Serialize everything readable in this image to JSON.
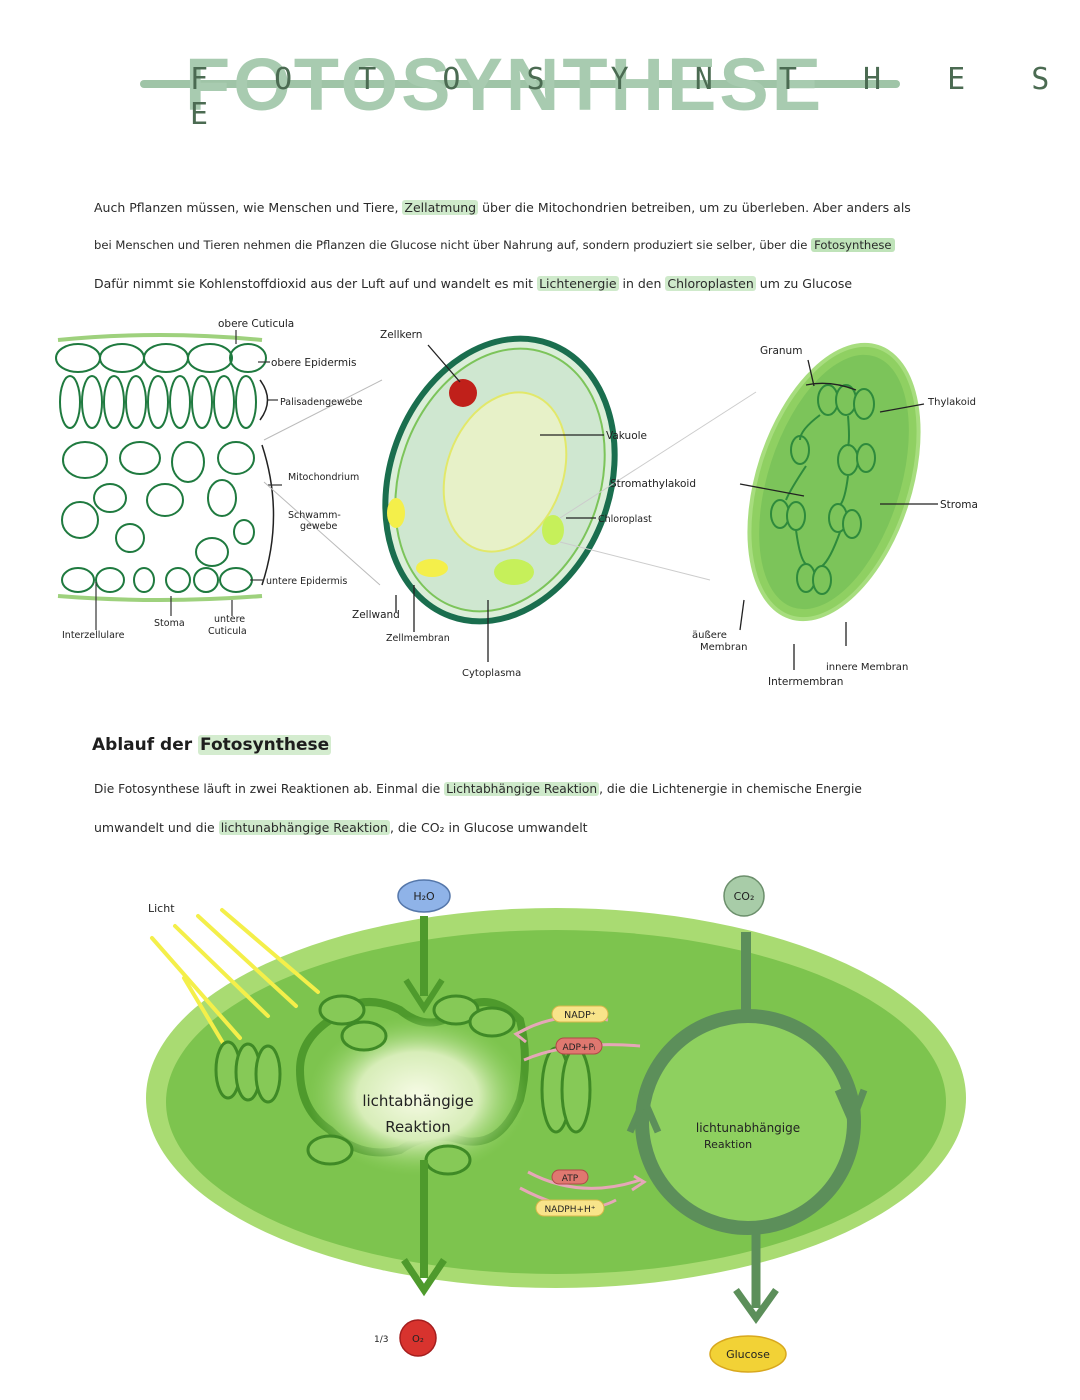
{
  "title": "FOTOSYNTHESE",
  "title_spaced": "F O T O S Y N T H E S E",
  "intro": {
    "line1_a": "Auch Pflanzen müssen, wie Menschen und Tiere, ",
    "line1_hl": "Zellatmung",
    "line1_b": " über die Mitochondrien betreiben, um zu überleben. Aber anders als",
    "line2_a": "bei Menschen und Tieren nehmen die Pflanzen die Glucose nicht über Nahrung auf, sondern produziert sie selber, über die ",
    "line2_hl": "Fotosynthese",
    "line3_a": "Dafür nimmt sie Kohlenstoffdioxid aus der Luft auf und wandelt es mit ",
    "line3_hl1": "Lichtenergie",
    "line3_b": " in den ",
    "line3_hl2": "Chloroplasten",
    "line3_c": " um zu Glucose"
  },
  "leaf_labels": {
    "obere_cuticula": "obere Cuticula",
    "obere_epidermis": "obere Epidermis",
    "palisaden": "Palisadengewebe",
    "mitochondrium": "Mitochondrium",
    "schwamm1": "Schwamm-",
    "schwamm2": "gewebe",
    "untere_epidermis": "untere Epidermis",
    "interzellulare": "Interzellulare",
    "stoma": "Stoma",
    "untere_cuticula1": "untere",
    "untere_cuticula2": "Cuticula"
  },
  "cell_labels": {
    "zellkern": "Zellkern",
    "vakuole": "Vakuole",
    "chloroplast": "Chloroplast",
    "zellwand": "Zellwand",
    "zellmembran": "Zellmembran",
    "cytoplasma": "Cytoplasma"
  },
  "chloro_labels": {
    "granum": "Granum",
    "thylakoid": "Thylakoid",
    "stromathylakoid": "Stromathylakoid",
    "stroma": "Stroma",
    "aeussere1": "äußere",
    "aeussere2": "Membran",
    "innere": "innere Membran",
    "intermembran": "Intermembran"
  },
  "section2": {
    "heading_a": "Ablauf der ",
    "heading_hl": "Fotosynthese",
    "line1_a": "Die Fotosynthese läuft in zwei Reaktionen ab. Einmal die ",
    "line1_hl": "Lichtabhängige Reaktion",
    "line1_b": ", die die Lichtenergie in chemische Energie",
    "line2_a": "umwandelt und die ",
    "line2_hl": "lichtunabhängige Reaktion",
    "line2_b": ", die CO₂ in Glucose umwandelt"
  },
  "process": {
    "licht": "Licht",
    "h2o": "H₂O",
    "co2": "CO₂",
    "o2": "O₂",
    "o2_frac": "1/3",
    "glucose": "Glucose",
    "nadp": "NADP⁺",
    "adp": "ADP+Pᵢ",
    "atp": "ATP",
    "nadph": "NADPH+H⁺",
    "light_dep1": "lichtabhängige",
    "light_dep2": "Reaktion",
    "light_indep1": "lichtunabhängige",
    "light_indep2": "Reaktion"
  },
  "colors": {
    "leaf_green": "#7cc45a",
    "dark_green": "#1f6b3a",
    "title_green": "#a8cbb0",
    "highlight": "#cfeacb",
    "nucleus_red": "#c0201a",
    "chloroplast_yellow": "#f4ef4a",
    "h2o_blue": "#8fb3e8",
    "o2_red": "#d8332e",
    "glucose_yellow": "#f2d236",
    "nadp_yellow": "#f8e48a",
    "atp_red": "#e07870"
  }
}
